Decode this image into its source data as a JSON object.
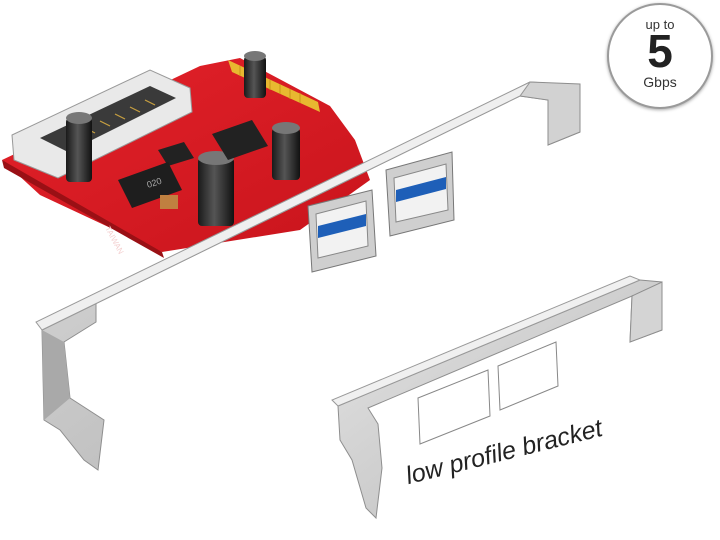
{
  "badge": {
    "top_text": "up to",
    "value": "5",
    "unit": "Gbps"
  },
  "caption": "low profile bracket",
  "pcb_markings": {
    "chip_label": "020",
    "silkscreen": "TAIWAN"
  }
}
